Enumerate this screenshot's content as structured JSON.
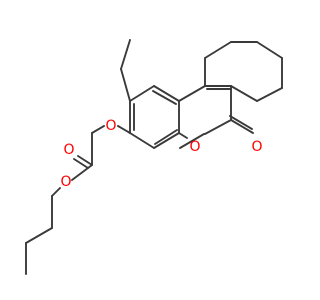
{
  "molecule": {
    "atoms": {
      "ring_oxygen": "O",
      "carbonyl_oxygen": "O",
      "ether_oxygen": "O",
      "ester_carbonyl_oxygen": "O",
      "ester_oxygen": "O"
    }
  },
  "colors": {
    "bond": "#3a3a3a",
    "oxygen": "#ff0000",
    "background": "#ffffff"
  }
}
